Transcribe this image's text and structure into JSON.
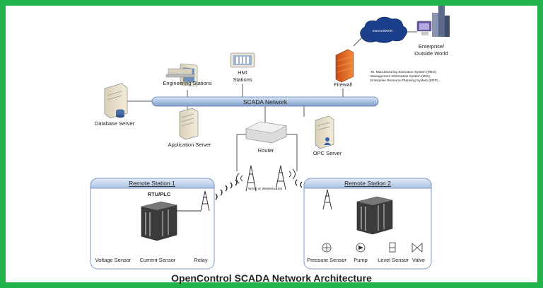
{
  "diagram": {
    "title": "OpenControl SCADA Network Architecture",
    "network_bus_label": "SCADA Network",
    "nodes": {
      "engineering_stations": "Engineering Stations",
      "hmi_stations_line1": "HMI",
      "hmi_stations_line2": "Stations",
      "database_server": "Database Server",
      "application_server": "Application Server",
      "router": "Router",
      "opc_server": "OPC Server",
      "firewall": "Firewall",
      "cloud": "Internet/WAN",
      "enterprise_line1": "Enterprise/",
      "enterprise_line2": "Outside World"
    },
    "enterprise_notes": [
      "To: Manufacturing Execution System (MES),",
      "Management Information System (MIS),",
      "Enterprise Resource Planning System (ERP)..."
    ],
    "wireless_link_label": "Wired or Wireless Link",
    "stations": [
      {
        "title": "Remote Station 1",
        "controller_label": "RTU/PLC",
        "devices": [
          "Voltage Sensor",
          "Current Sensor",
          "Relay"
        ]
      },
      {
        "title": "Remote Station 2",
        "controller_label": "",
        "devices": [
          "Pressure Sensor",
          "Pump",
          "Level Sensor",
          "Valve"
        ]
      }
    ]
  },
  "colors": {
    "frame_border": "#1fb34a",
    "bus": "#aec6e6",
    "firewall": "#e8641e",
    "cloud": "#1c3f8c",
    "station_header": "#c9d9ef"
  }
}
